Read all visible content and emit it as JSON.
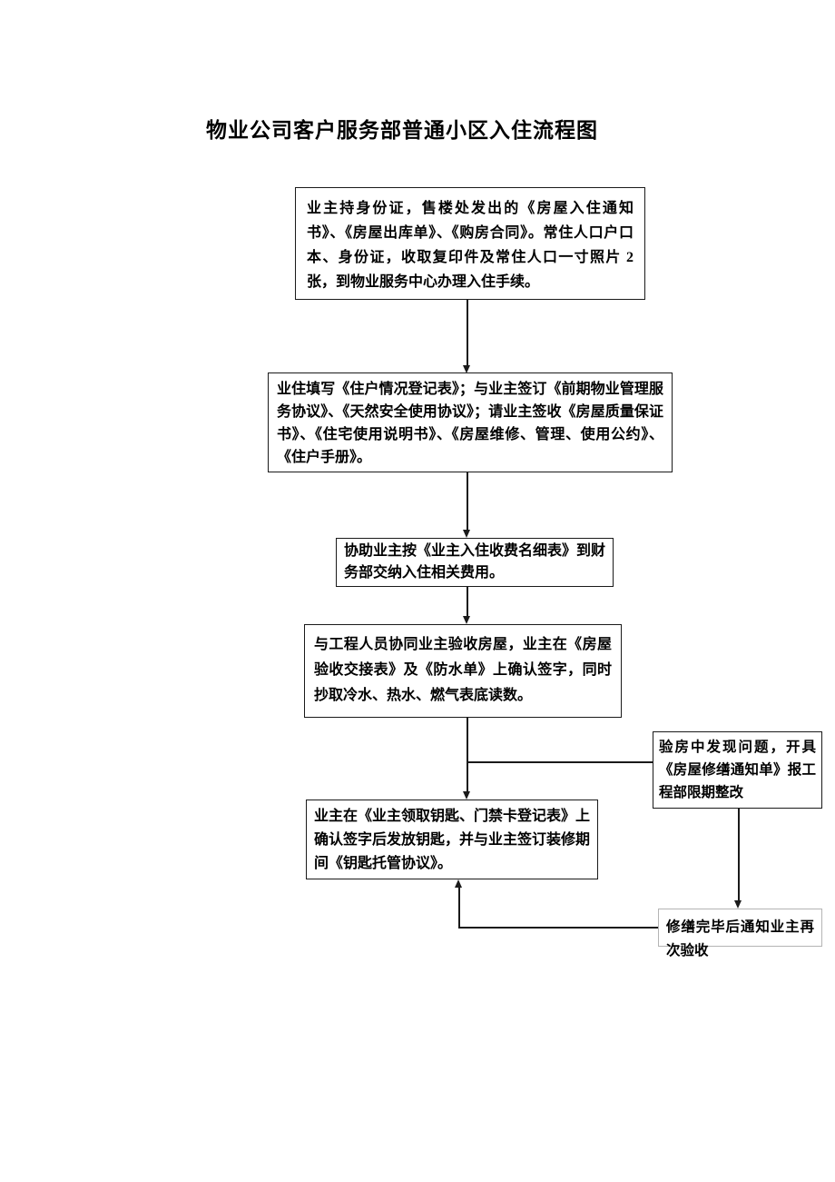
{
  "title": "物业公司客户服务部普通小区入住流程图",
  "colors": {
    "background": "#ffffff",
    "text": "#000000",
    "box_border": "#1a1a1a",
    "revisit_box_border": "#b4b4b4"
  },
  "flowchart": {
    "steps": [
      {
        "id": "step-1-documents",
        "text": "业主持身份证，售楼处发出的《房屋入住通知书》、《房屋出库单》、《购房合同》。常住人口户口本、身份证，收取复印件及常住人口一寸照片 2 张，到物业服务中心办理入住手续。"
      },
      {
        "id": "step-2-registration",
        "text": "业住填写《住户情况登记表》；与业主签订《前期物业管理服务协议》、《天然安全使用协议》；请业主签收《房屋质量保证书》、《住宅使用说明书》、《房屋维修、管理、使用公约》、《住户手册》。"
      },
      {
        "id": "step-3-fees",
        "text": "协助业主按《业主入住收费名细表》到财务部交纳入住相关费用。"
      },
      {
        "id": "step-4-inspection",
        "text": "与工程人员协同业主验收房屋，业主在《房屋验收交接表》及《防水单》上确认签字，同时抄取冷水、热水、燃气表底读数。"
      },
      {
        "id": "step-5-problem-branch",
        "text": "验房中发现问题，开具《房屋修缮通知单》报工程部限期整改"
      },
      {
        "id": "step-6-keys",
        "text": "业主在《业主领取钥匙、门禁卡登记表》上确认签字后发放钥匙，并与业主签订装修期间《钥匙托管协议》。"
      },
      {
        "id": "step-7-revisit",
        "text": "修缮完毕后通知业主再次验收"
      }
    ]
  }
}
